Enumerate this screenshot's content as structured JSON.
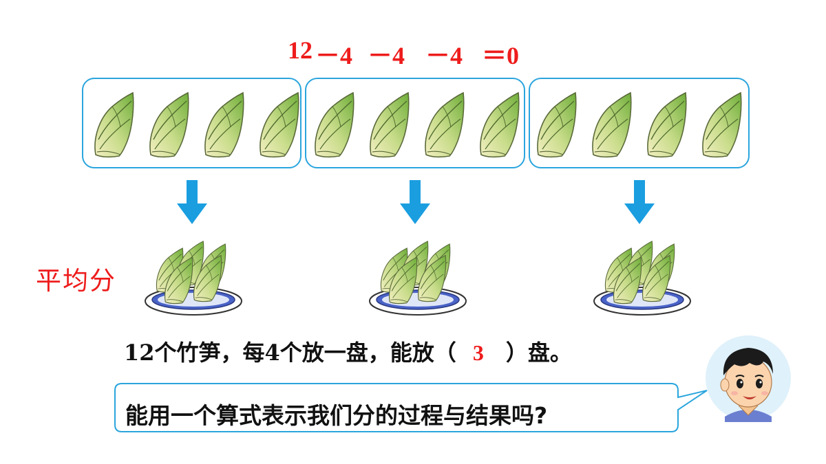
{
  "equation": {
    "parts": [
      "12",
      "－4",
      "－4",
      "－4",
      "＝0"
    ]
  },
  "groups": [
    {
      "count": 4
    },
    {
      "count": 4
    },
    {
      "count": 4
    }
  ],
  "label_average": "平均分",
  "sentence": {
    "before": "12个竹笋，每4个放一盘，能放（",
    "answer": "3",
    "after": "）盘。"
  },
  "question": "能用一个算式表示我们分的过程与结果吗?",
  "colors": {
    "red": "#ee1c1c",
    "blue": "#2aa5dd",
    "arrow": "#1a9ee0",
    "shoot": "#8ec63f"
  }
}
